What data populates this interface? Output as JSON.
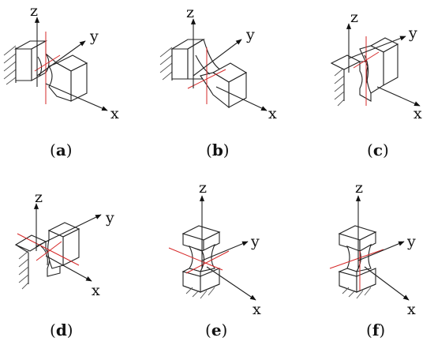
{
  "axes": {
    "z": "z",
    "y": "y",
    "x": "x"
  },
  "panels": [
    {
      "id": "a",
      "caption_open": "(",
      "caption_letter": "a",
      "caption_close": ")"
    },
    {
      "id": "b",
      "caption_open": "(",
      "caption_letter": "b",
      "caption_close": ")"
    },
    {
      "id": "c",
      "caption_open": "(",
      "caption_letter": "c",
      "caption_close": ")"
    },
    {
      "id": "d",
      "caption_open": "(",
      "caption_letter": "d",
      "caption_close": ")"
    },
    {
      "id": "e",
      "caption_open": "(",
      "caption_letter": "e",
      "caption_close": ")"
    },
    {
      "id": "f",
      "caption_open": "(",
      "caption_letter": "f",
      "caption_close": ")"
    }
  ],
  "colors": {
    "line": "#222222",
    "section_plane": "#d62828",
    "background": "#ffffff"
  }
}
